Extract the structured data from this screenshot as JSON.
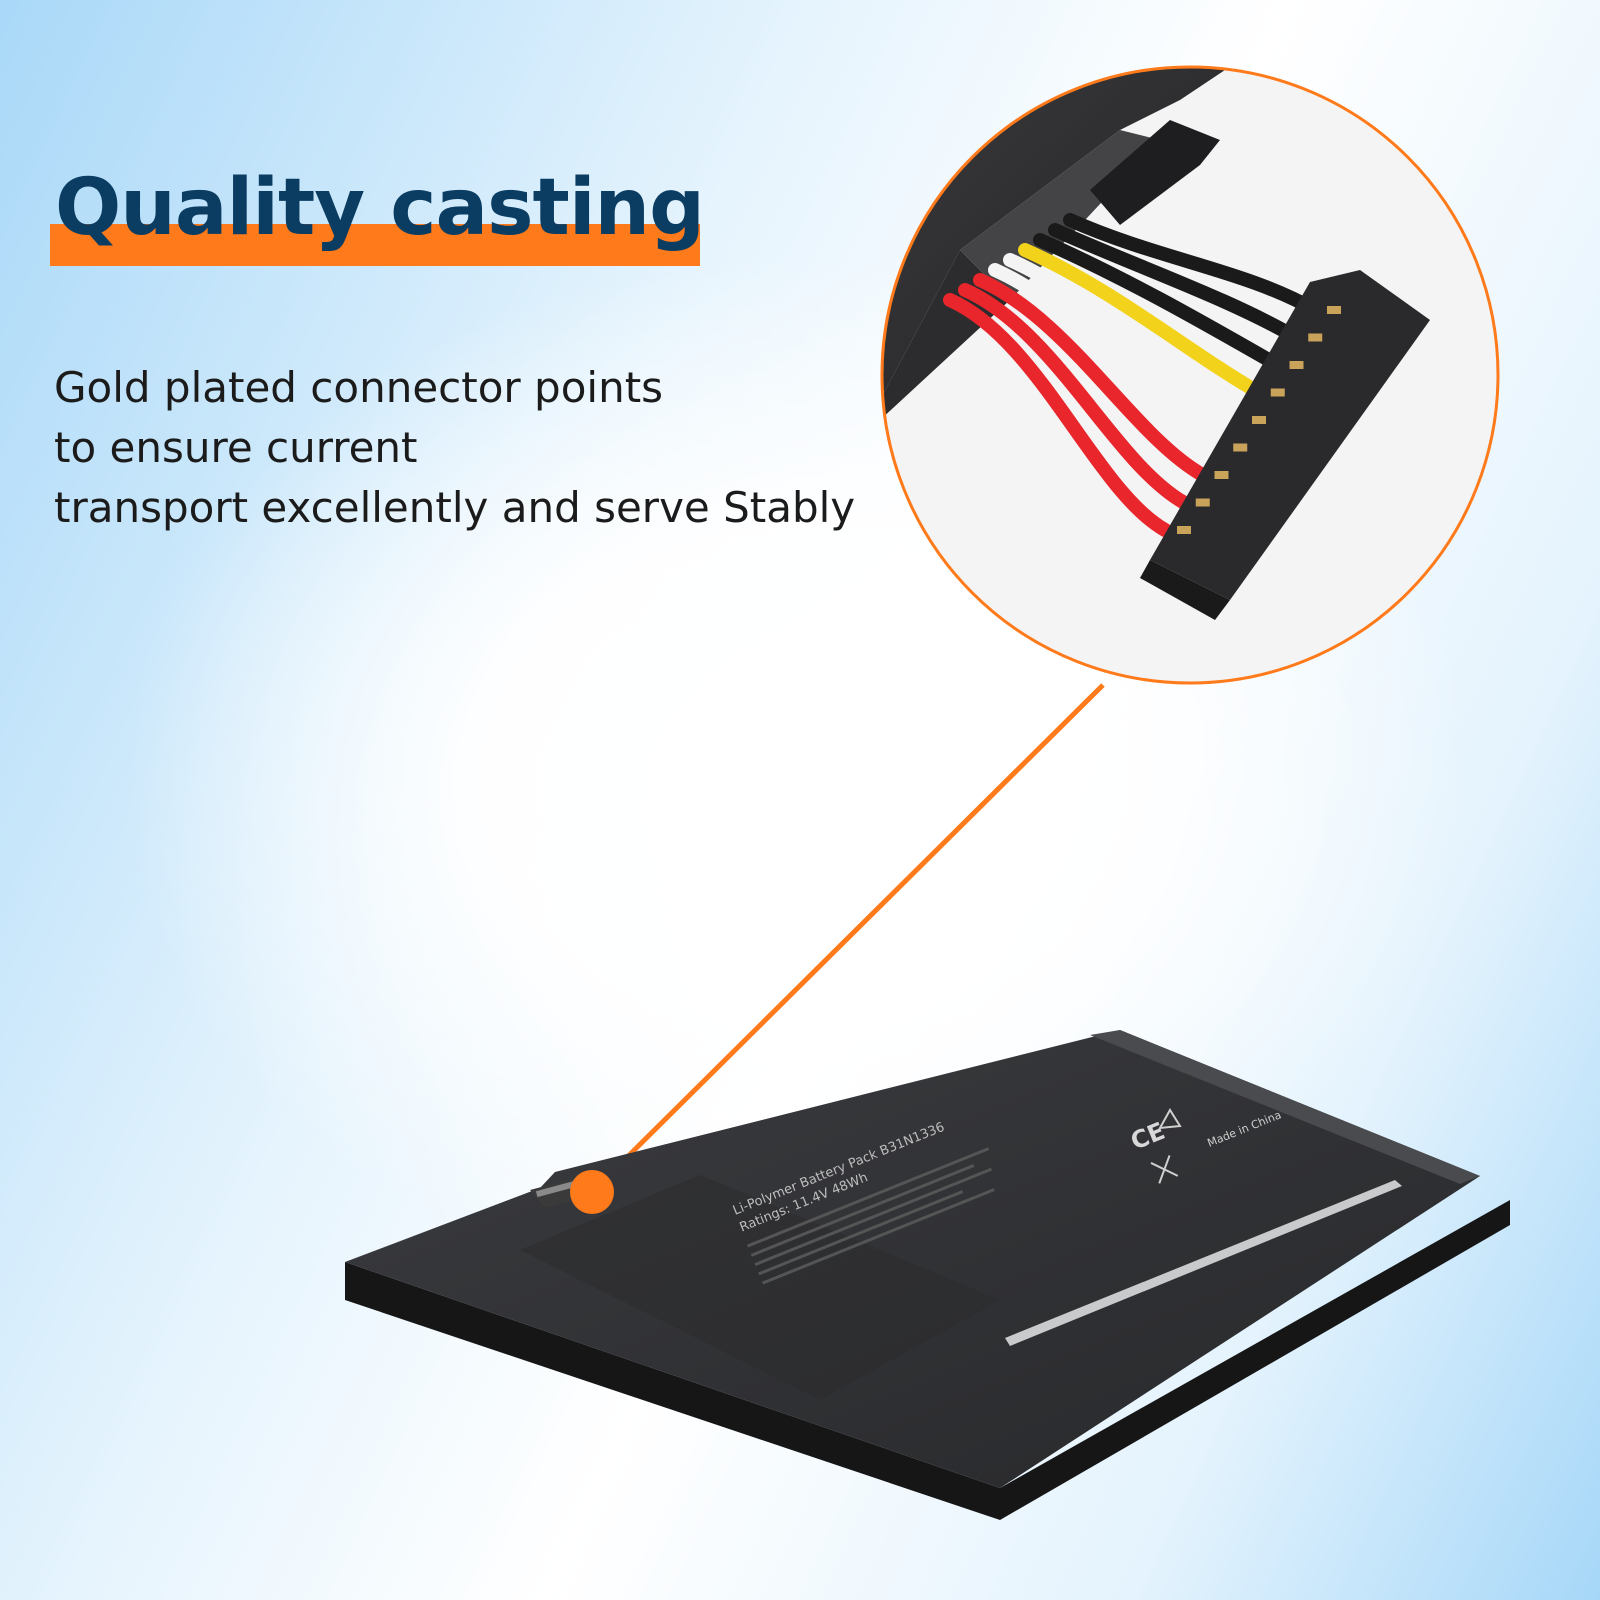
{
  "heading": {
    "title": "Quality casting",
    "accent_color": "#ff7a1a",
    "text_color": "#0b3d63"
  },
  "description": {
    "lines": [
      "Gold plated connector points",
      "to ensure current",
      "transport excellently and serve Stably"
    ]
  },
  "battery": {
    "label_lines": [
      "Li-Polymer Battery Pack B31N1336",
      "Ratings: 11.4V 48Wh"
    ],
    "made_in": "Made in China",
    "ce_mark": "CE"
  },
  "connector": {
    "wire_colors": [
      "#e8262b",
      "#e8262b",
      "#e8262b",
      "#f4f4f4",
      "#f4f4f4",
      "#f2d21b",
      "#1a1a1a",
      "#1a1a1a",
      "#1a1a1a"
    ]
  }
}
